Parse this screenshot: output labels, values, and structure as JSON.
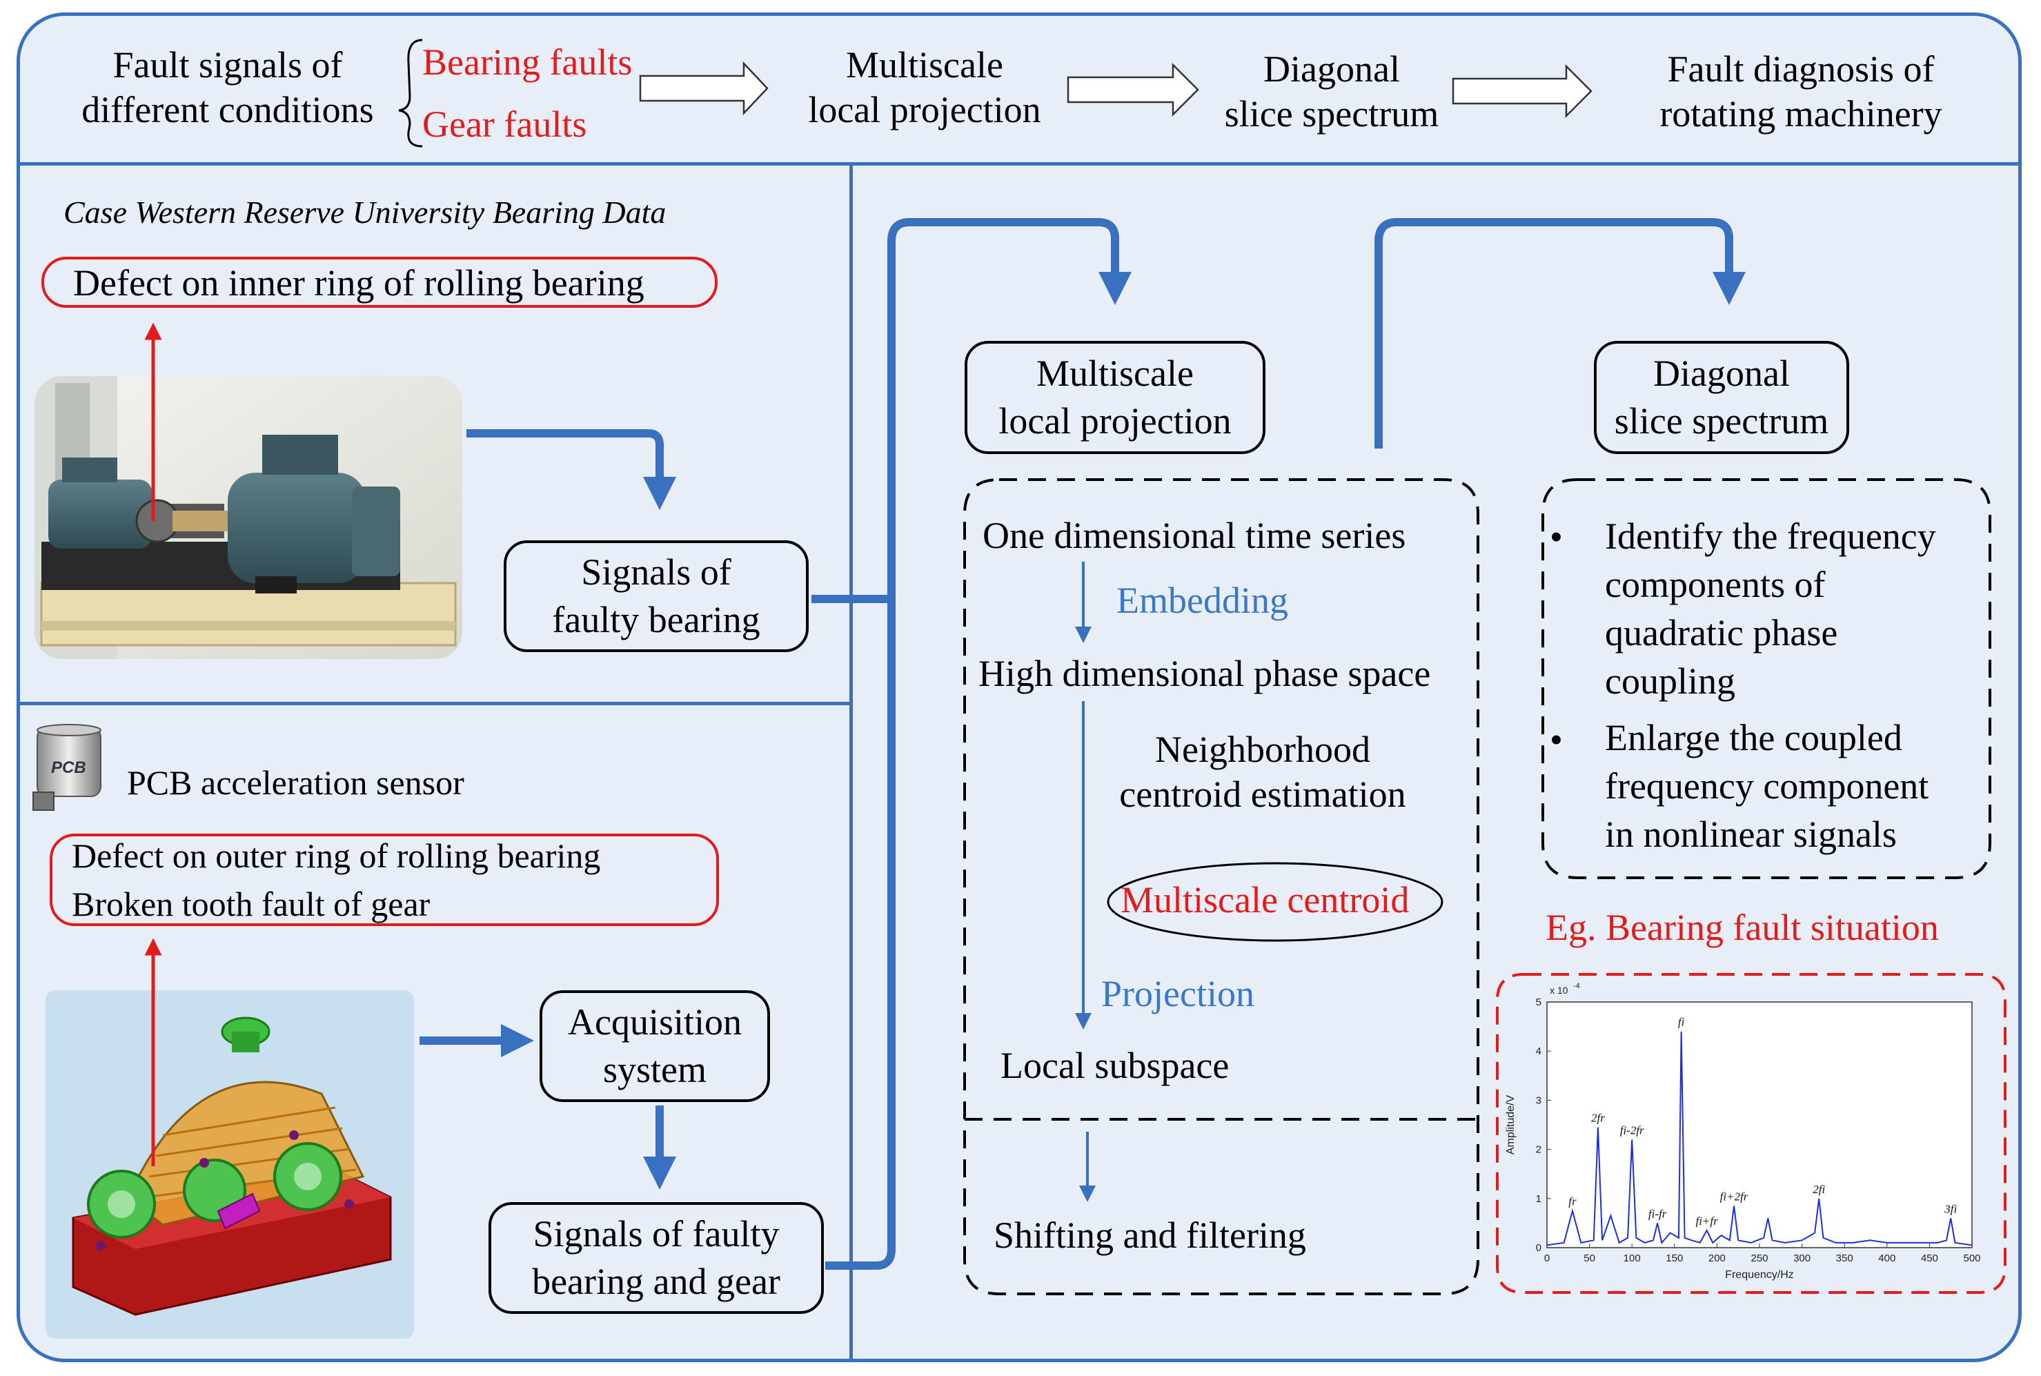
{
  "header": {
    "source": [
      "Fault signals of",
      "different conditions"
    ],
    "bearing_faults": "Bearing faults",
    "gear_faults": "Gear faults",
    "step_mlp": [
      "Multiscale",
      "local projection"
    ],
    "step_dss": [
      "Diagonal",
      "slice spectrum"
    ],
    "step_fault": [
      "Fault diagnosis of",
      "rotating machinery"
    ]
  },
  "cwru": {
    "title": "Case Western Reserve University Bearing Data",
    "defect": "Defect on inner ring of rolling bearing",
    "signals_box": [
      "Signals of",
      "faulty bearing"
    ]
  },
  "gearbox": {
    "sensor_label": "PCB acceleration sensor",
    "sensor_brand": "PCB",
    "defect_lines": [
      "Defect on outer ring of rolling bearing",
      "Broken tooth fault of gear"
    ],
    "acquisition_box": [
      "Acquisition",
      "system"
    ],
    "signals_box": [
      "Signals of faulty",
      "bearing and gear"
    ]
  },
  "mlp": {
    "box": [
      "Multiscale",
      "local projection"
    ],
    "time_series": "One dimensional time series",
    "embedding": "Embedding",
    "phase_space": "High dimensional phase space",
    "neighborhood": [
      "Neighborhood",
      "centroid estimation"
    ],
    "multiscale_centroid": "Multiscale centroid",
    "projection": "Projection",
    "local_subspace": "Local subspace",
    "shifting": "Shifting and filtering"
  },
  "dss": {
    "box": [
      "Diagonal",
      "slice spectrum"
    ],
    "bullets": [
      [
        "Identify the frequency",
        "components of",
        "quadratic phase",
        "coupling"
      ],
      [
        "Enlarge the coupled",
        "frequency component",
        "in nonlinear signals"
      ]
    ],
    "example_title": "Eg. Bearing fault situation"
  },
  "chart_data": {
    "type": "line",
    "title": "",
    "xlabel": "Frequency/Hz",
    "ylabel": "Amplitude/V",
    "y_multiplier": "x 10",
    "y_exponent": "-4",
    "xlim": [
      0,
      500
    ],
    "ylim": [
      0,
      5
    ],
    "xticks": [
      0,
      50,
      100,
      150,
      200,
      250,
      300,
      350,
      400,
      450,
      500
    ],
    "yticks": [
      0,
      1,
      2,
      3,
      4,
      5
    ],
    "series": [
      {
        "x": [
          0,
          20,
          30,
          40,
          55,
          60,
          65,
          75,
          85,
          95,
          100,
          105,
          115,
          125,
          130,
          135,
          145,
          155,
          158,
          162,
          170,
          180,
          188,
          195,
          205,
          215,
          220,
          225,
          240,
          255,
          260,
          265,
          280,
          300,
          315,
          320,
          325,
          340,
          360,
          380,
          400,
          420,
          440,
          460,
          470,
          475,
          480,
          500
        ],
        "values": [
          0.05,
          0.1,
          0.75,
          0.1,
          0.15,
          2.45,
          0.15,
          0.65,
          0.1,
          0.2,
          2.2,
          0.2,
          0.1,
          0.15,
          0.5,
          0.1,
          0.3,
          0.2,
          4.4,
          0.2,
          0.15,
          0.1,
          0.35,
          0.1,
          0.25,
          0.15,
          0.85,
          0.15,
          0.1,
          0.2,
          0.6,
          0.15,
          0.1,
          0.15,
          0.3,
          1.0,
          0.2,
          0.1,
          0.1,
          0.15,
          0.1,
          0.1,
          0.1,
          0.1,
          0.15,
          0.6,
          0.1,
          0.05
        ]
      }
    ],
    "peak_labels": [
      {
        "text": "fr",
        "x": 30,
        "y": 0.75
      },
      {
        "text": "2fr",
        "x": 60,
        "y": 2.45
      },
      {
        "text": "fi-2fr",
        "x": 100,
        "y": 2.2
      },
      {
        "text": "fi-fr",
        "x": 130,
        "y": 0.5
      },
      {
        "text": "fi",
        "x": 158,
        "y": 4.4
      },
      {
        "text": "fi+fr",
        "x": 188,
        "y": 0.35
      },
      {
        "text": "fi+2fr",
        "x": 220,
        "y": 0.85
      },
      {
        "text": "2fi",
        "x": 320,
        "y": 1.0
      },
      {
        "text": "3fi",
        "x": 475,
        "y": 0.6
      }
    ]
  },
  "colors": {
    "accent_blue": "#3a70c0",
    "fault_red": "#e21b1b"
  }
}
